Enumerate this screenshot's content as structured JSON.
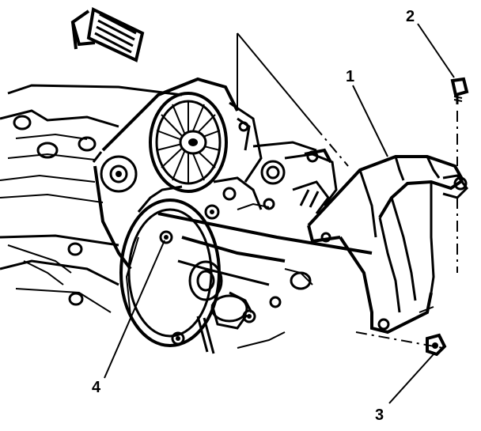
{
  "callouts": [
    {
      "id": "1",
      "label": "1"
    },
    {
      "id": "2",
      "label": "2"
    },
    {
      "id": "3",
      "label": "3"
    },
    {
      "id": "4",
      "label": "4"
    }
  ],
  "icons": {
    "direction": "front-arrow-icon"
  },
  "colors": {
    "ink": "#000000",
    "paper": "#ffffff"
  }
}
